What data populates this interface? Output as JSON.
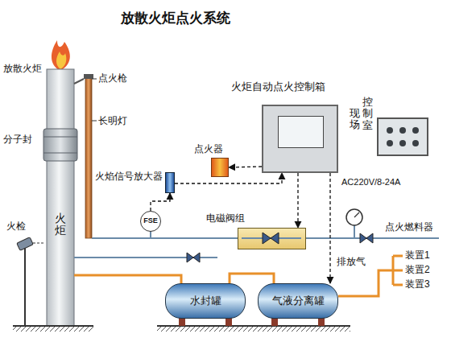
{
  "diagram": {
    "title": "放散火炬点火系统",
    "nodes": [
      {
        "text": [
          "火炬"
        ]
      },
      {
        "text": [
          "火炬自动点火控制箱"
        ]
      },
      {
        "text": [
          "现场",
          "控制室"
        ]
      },
      {
        "text": [
          "点火器"
        ]
      },
      {
        "text": [
          "火焰信号放大器"
        ]
      },
      {
        "text": [
          "FSE"
        ]
      },
      {
        "text": [
          "电磁阀组"
        ]
      },
      {
        "text": [
          "水封罐"
        ]
      },
      {
        "text": [
          "气液分离罐"
        ]
      }
    ],
    "edges": [
      {
        "from": 1,
        "to": 3,
        "arrow": "to"
      },
      {
        "from": 4,
        "to": 1,
        "arrow": "to"
      },
      {
        "from": 1,
        "to": 6,
        "arrow": "to"
      },
      {
        "from": 1,
        "to": 8,
        "arrow": "to"
      },
      {
        "from": 5,
        "to": 4,
        "arrow": "to"
      },
      {
        "from": 8,
        "to": 7,
        "arrow": "none"
      },
      {
        "from": 7,
        "to": 0,
        "arrow": "none"
      }
    ],
    "labels": [
      "放散火炬",
      "点火枪",
      "长明灯",
      "分子封",
      "火检",
      "AC220V/8-24A",
      "点火燃料器",
      "排放气",
      "装置1",
      "装置2",
      "装置3"
    ]
  }
}
